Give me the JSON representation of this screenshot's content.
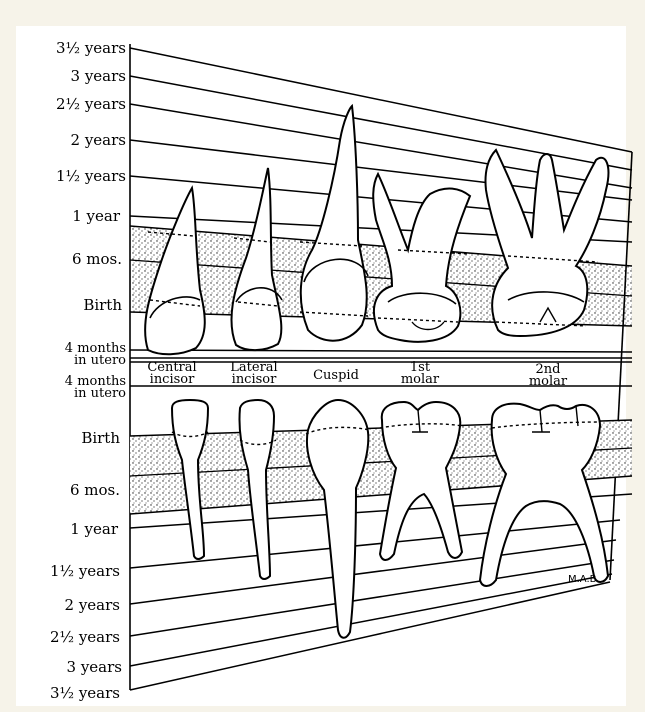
{
  "upper_time_labels": [
    "3½ years",
    "3 years",
    "2½ years",
    "2 years",
    "1½ years",
    "1 year",
    "6 mos.",
    "Birth",
    "4 months",
    "in utero"
  ],
  "lower_time_labels": [
    "4 months",
    "in utero",
    "Birth",
    "6 mos.",
    "1 year",
    "1½ years",
    "2 years",
    "2½ years",
    "3 years",
    "3½ years"
  ],
  "teeth": {
    "central": [
      "Central",
      "incisor"
    ],
    "lateral": [
      "Lateral",
      "incisor"
    ],
    "cuspid": [
      "Cuspid"
    ],
    "molar1": [
      "1st",
      "molar"
    ],
    "molar2": [
      "2nd",
      "molar"
    ]
  },
  "signature": "M.A.B.",
  "colors": {
    "ink": "#000000",
    "paper": "#ffffff",
    "background": "#f6f3e9"
  }
}
